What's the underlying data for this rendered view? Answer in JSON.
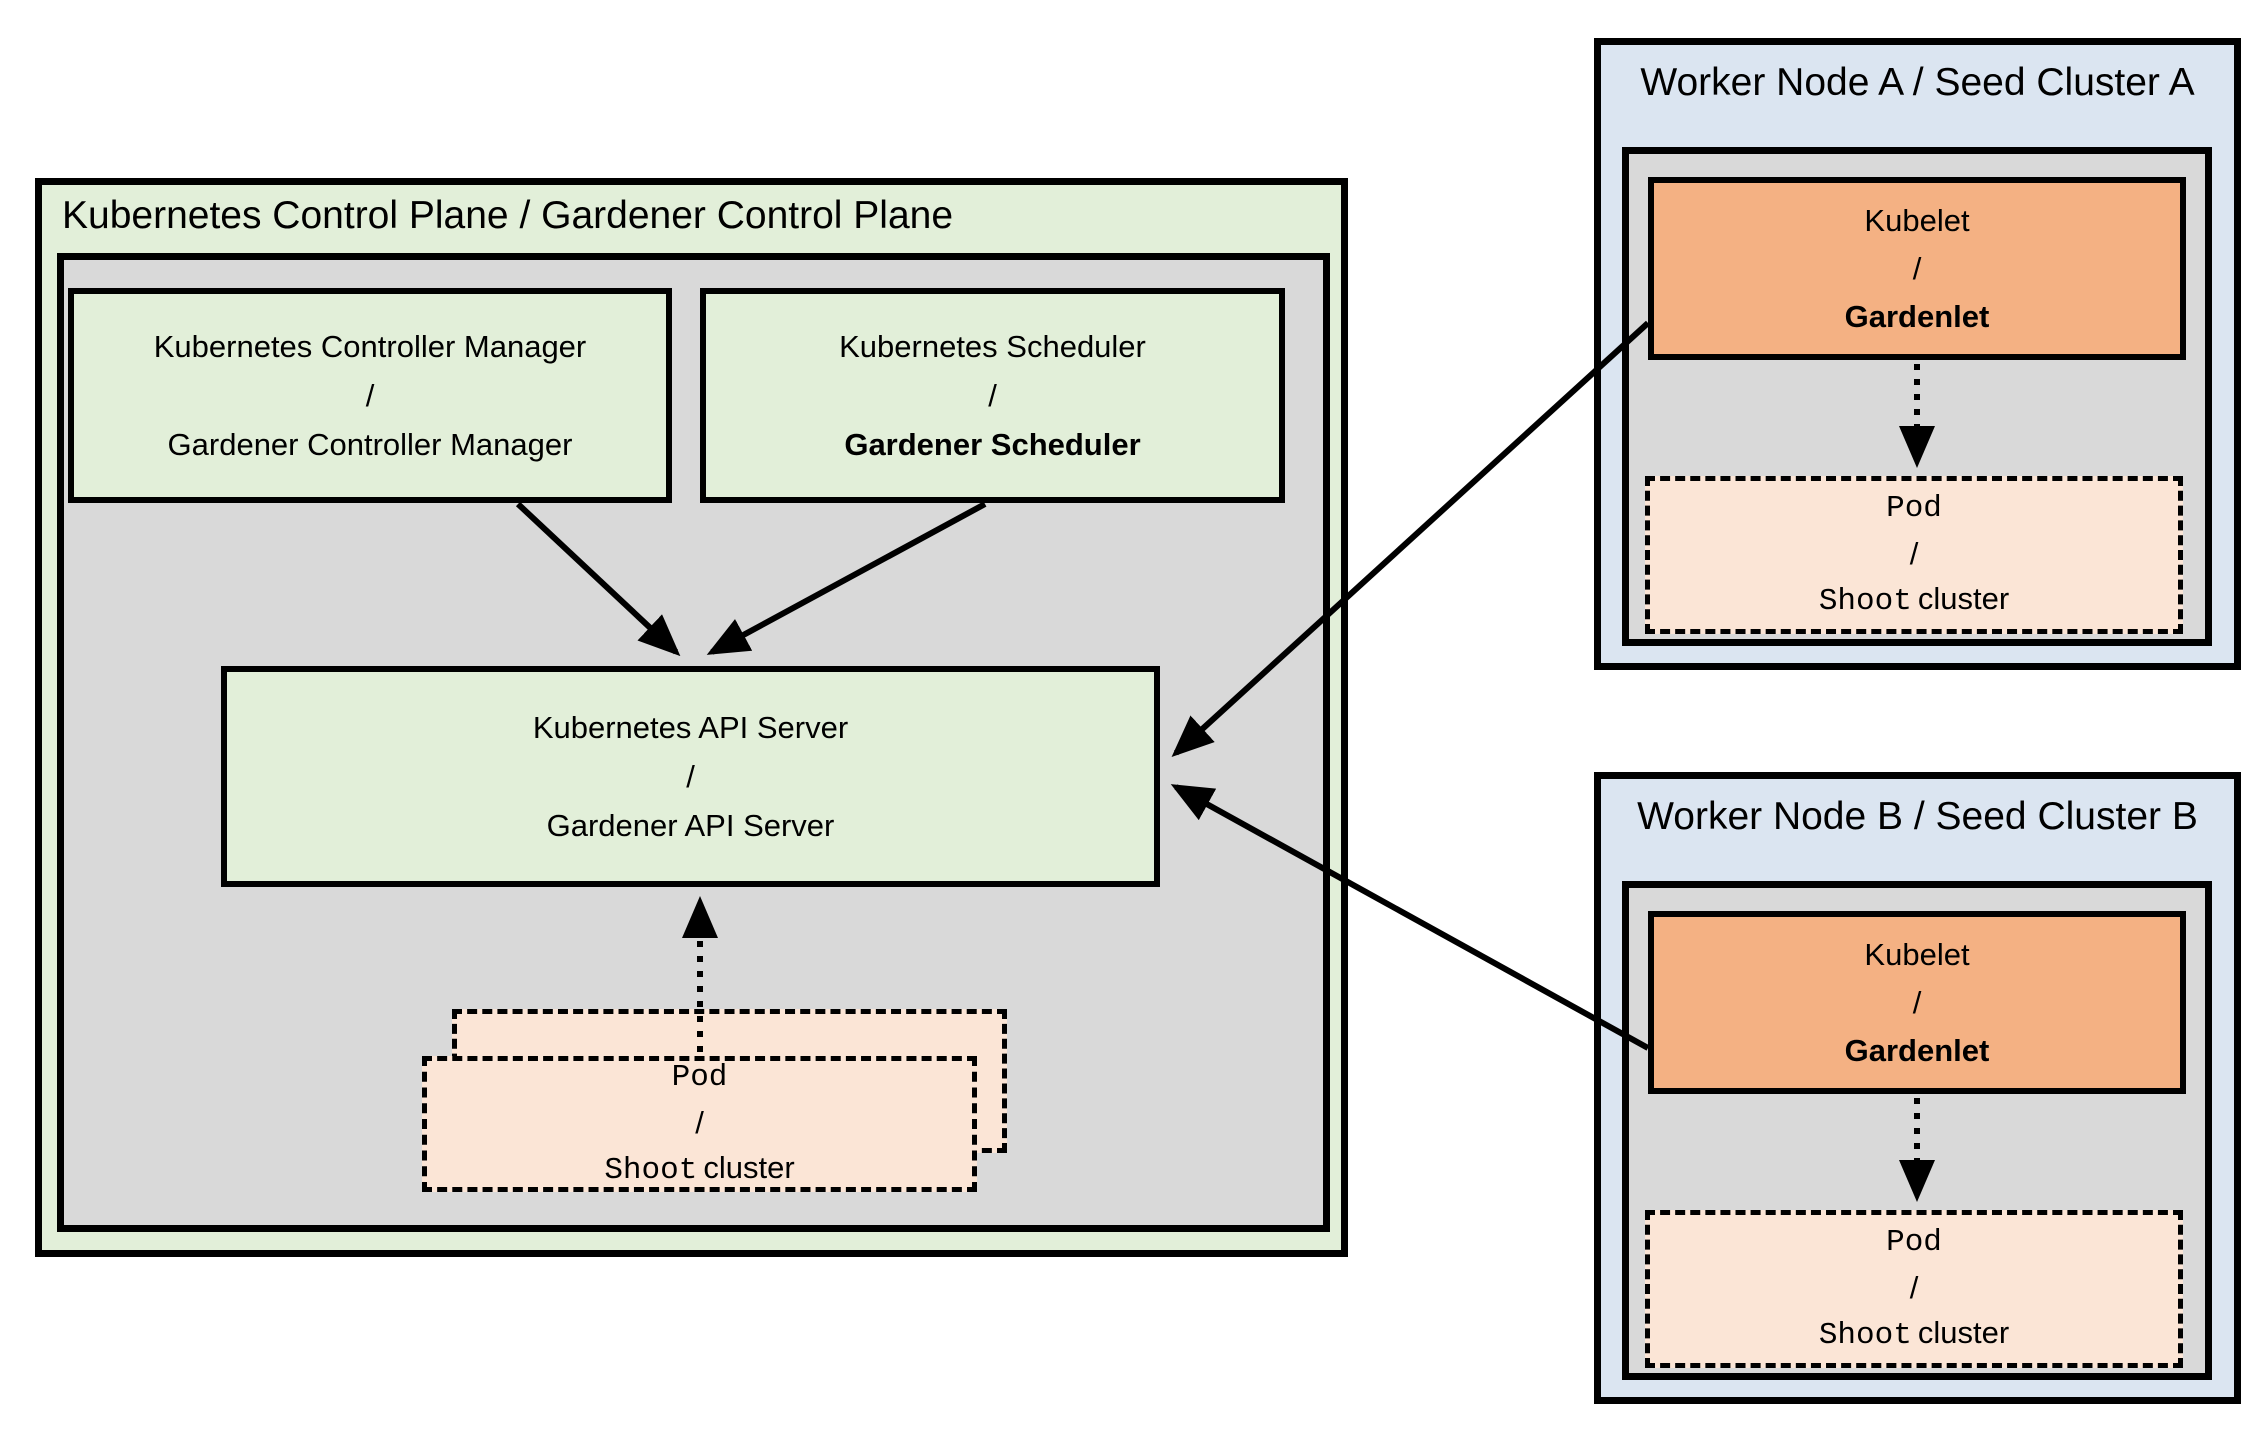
{
  "colors": {
    "green_fill": "#e2efd9",
    "gray_fill": "#d9d9d9",
    "blue_fill": "#dbe5f1",
    "orange_fill": "#f4b183",
    "peach_fill": "#fbe5d6",
    "border": "#000000"
  },
  "control_plane": {
    "title": "Kubernetes Control Plane / Gardener Control Plane",
    "controller_manager": {
      "line1": "Kubernetes Controller Manager",
      "separator": "/",
      "line2": "Gardener Controller Manager"
    },
    "scheduler": {
      "line1": "Kubernetes Scheduler",
      "separator": "/",
      "line2": "Gardener Scheduler"
    },
    "api_server": {
      "line1": "Kubernetes API Server",
      "separator": "/",
      "line2": "Gardener API Server"
    },
    "pod": {
      "line1": "Pod",
      "separator": "/",
      "line2_mono": "Shoot",
      "line2_sans": "cluster"
    }
  },
  "worker_node_a": {
    "title": "Worker Node A / Seed Cluster A",
    "kubelet": {
      "line1": "Kubelet",
      "separator": "/",
      "line2": "Gardenlet"
    },
    "pod": {
      "line1": "Pod",
      "separator": "/",
      "line2_mono": "Shoot",
      "line2_sans": "cluster"
    }
  },
  "worker_node_b": {
    "title": "Worker Node B / Seed Cluster B",
    "kubelet": {
      "line1": "Kubelet",
      "separator": "/",
      "line2": "Gardenlet"
    },
    "pod": {
      "line1": "Pod",
      "separator": "/",
      "line2_mono": "Shoot",
      "line2_sans": "cluster"
    }
  }
}
